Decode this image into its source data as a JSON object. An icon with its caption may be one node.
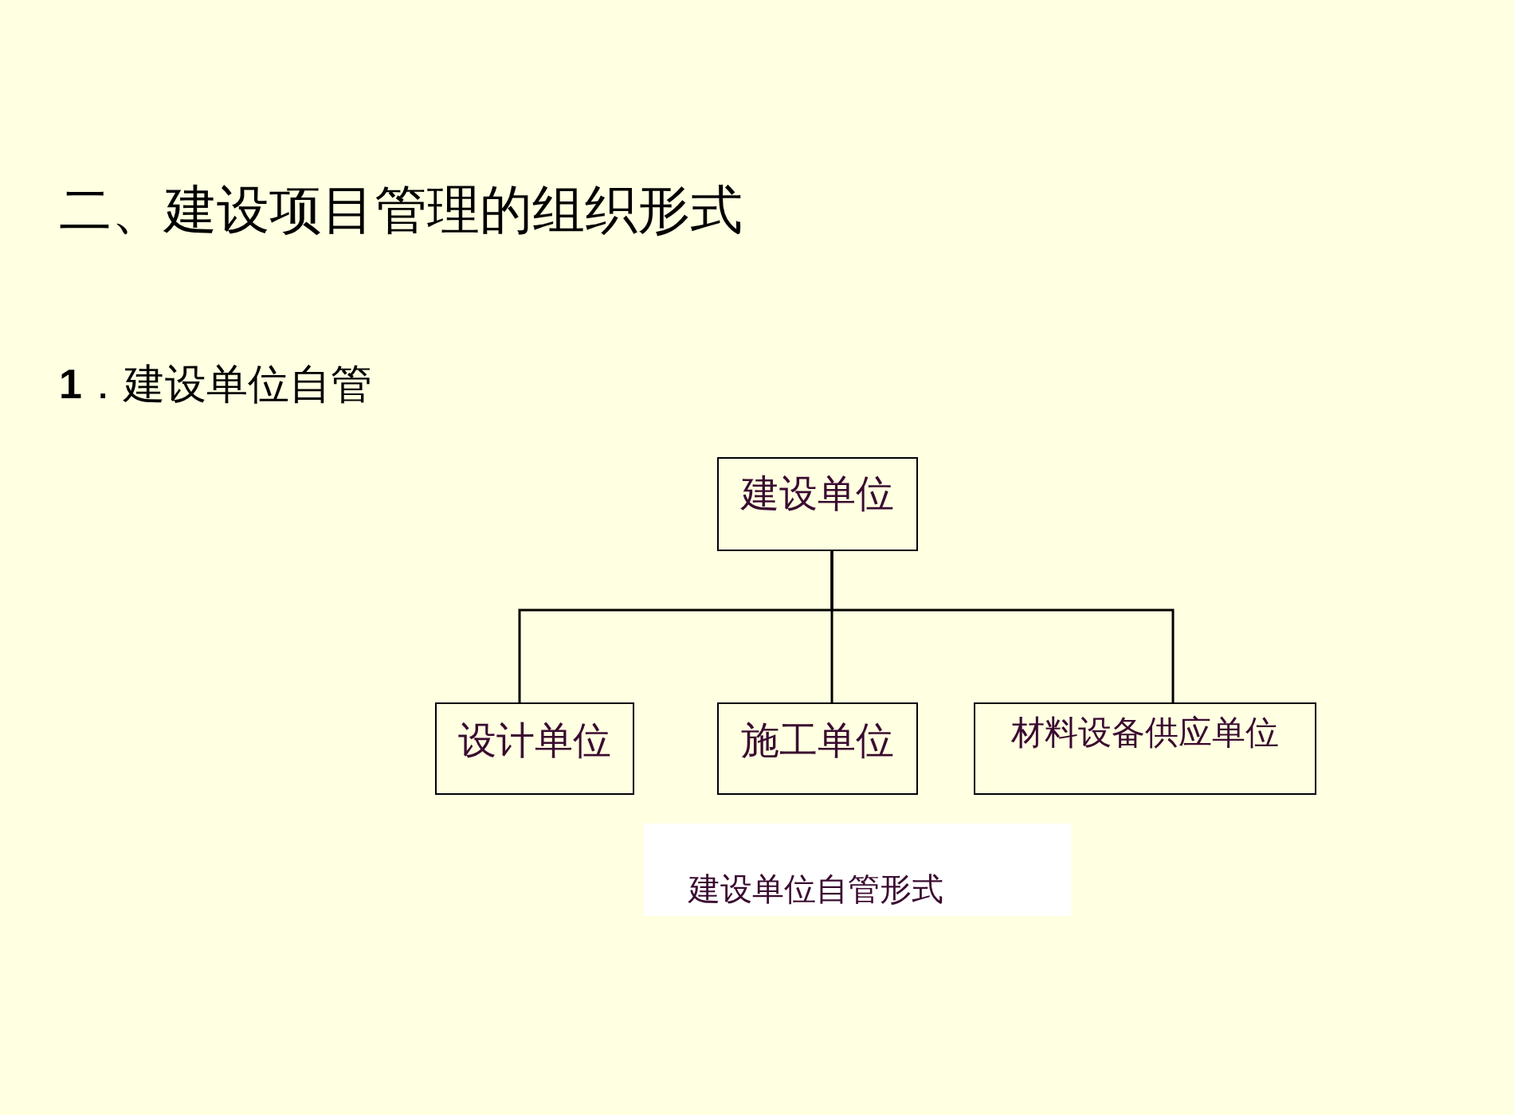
{
  "diagram": {
    "title": "二、建设项目管理的组织形式",
    "nodes": [
      {
        "text": [
          "建设单位"
        ]
      },
      {
        "text": [
          "设计单位"
        ]
      },
      {
        "text": [
          "施工单位"
        ]
      },
      {
        "text": [
          "材料设备供应单位"
        ]
      }
    ],
    "edges": [
      {
        "from": 0,
        "to": 1,
        "arrow": "none"
      },
      {
        "from": 0,
        "to": 2,
        "arrow": "none"
      },
      {
        "from": 0,
        "to": 3,
        "arrow": "none"
      }
    ],
    "labels": [
      "**1**．建设单位自管"
    ],
    "caption": "建设单位自管形式"
  }
}
